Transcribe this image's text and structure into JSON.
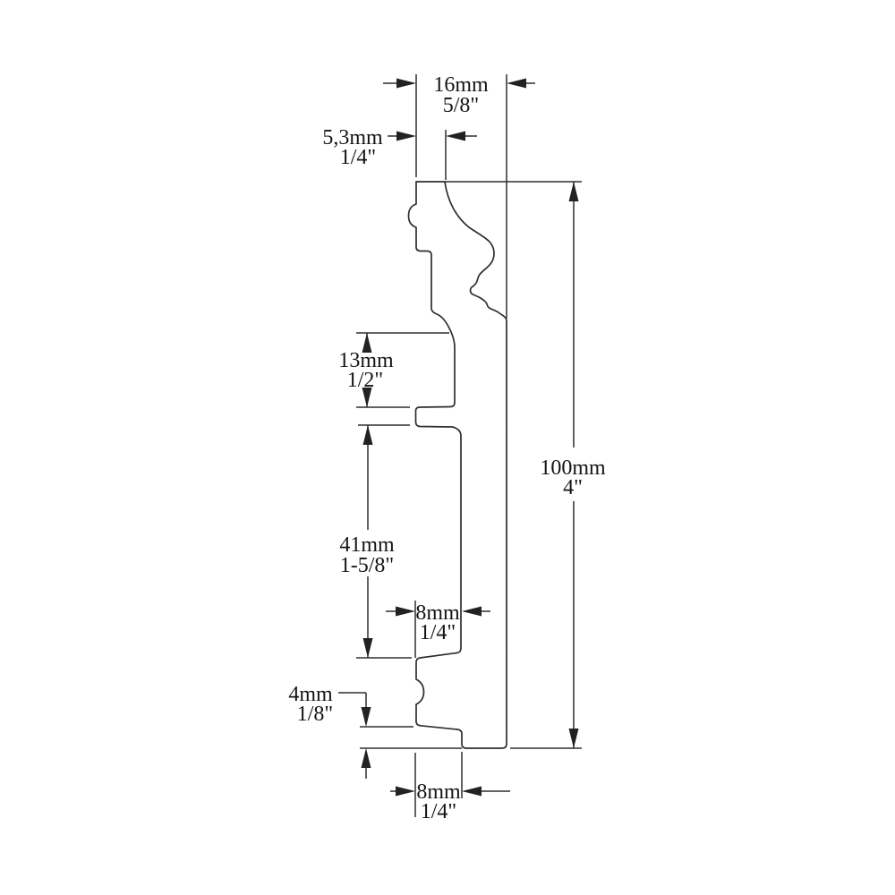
{
  "drawing": {
    "description": "Technical cross-section drawing of a decorative skirting moulding profile with metric and imperial dimensions",
    "background_color": "#ffffff",
    "line_color": "#2e2e2e",
    "text_color": "#141414"
  },
  "dimensions": {
    "top_width": {
      "mm": "16mm",
      "inch": "5/8\""
    },
    "top_offset": {
      "mm": "5,3mm",
      "inch": "1/4\""
    },
    "upper_height": {
      "mm": "13mm",
      "inch": "1/2\""
    },
    "total_height": {
      "mm": "100mm",
      "inch": "4\""
    },
    "mid_height": {
      "mm": "41mm",
      "inch": "1-5/8\""
    },
    "mid_depth": {
      "mm": "8mm",
      "inch": "1/4\""
    },
    "bottom_height": {
      "mm": "4mm",
      "inch": "1/8\""
    },
    "bottom_depth": {
      "mm": "8mm",
      "inch": "1/4\""
    }
  }
}
